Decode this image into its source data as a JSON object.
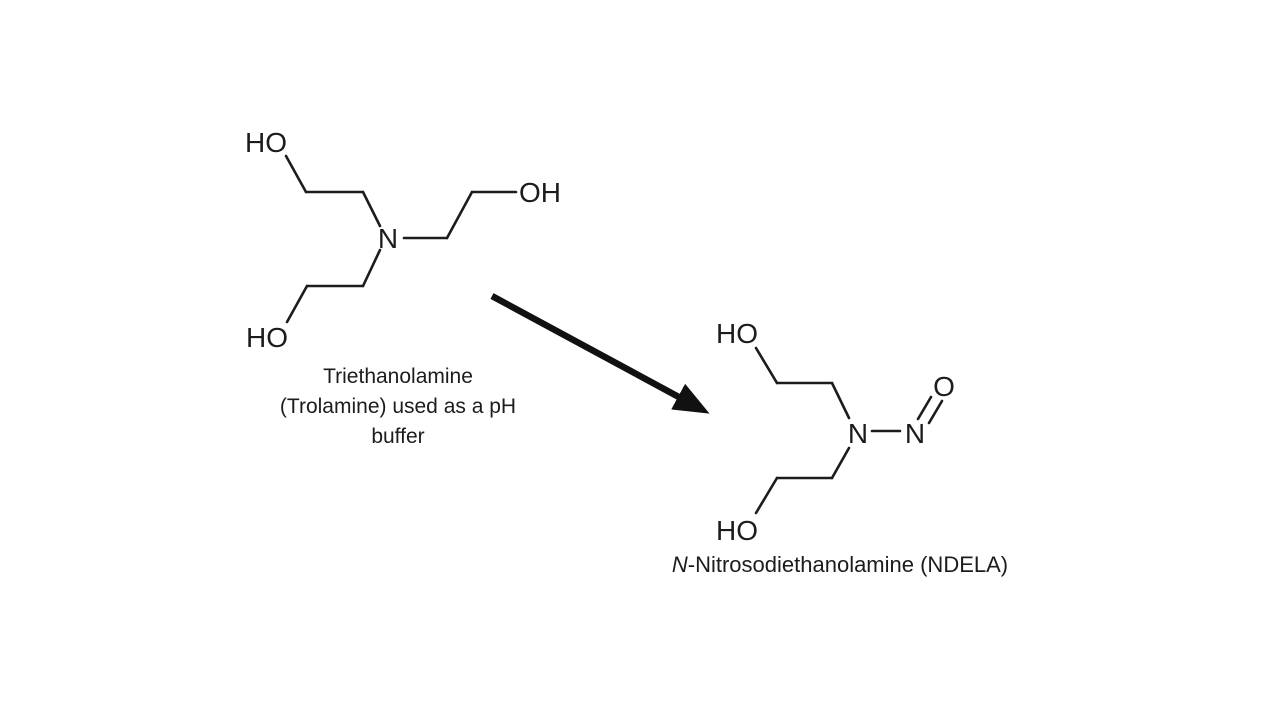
{
  "reaction": {
    "colors": {
      "ink": "#1c1c1c",
      "arrow": "#111111",
      "background": "#ffffff"
    },
    "reactant": {
      "caption_lines": [
        "Triethanolamine",
        "(Trolamine) used as a pH",
        "buffer"
      ],
      "atoms": {
        "ho_top": "HO",
        "n_center": "N",
        "oh_right": "OH",
        "ho_bottom": "HO"
      }
    },
    "arrow": {
      "style": "solid-bold",
      "direction": "lower-right"
    },
    "product": {
      "caption_italic": "N",
      "caption_rest": "-Nitrosodiethanolamine (NDELA)",
      "atoms": {
        "ho_top": "HO",
        "n_amine": "N",
        "n_nitroso": "N",
        "o_nitroso": "O",
        "ho_bottom": "HO"
      }
    }
  }
}
